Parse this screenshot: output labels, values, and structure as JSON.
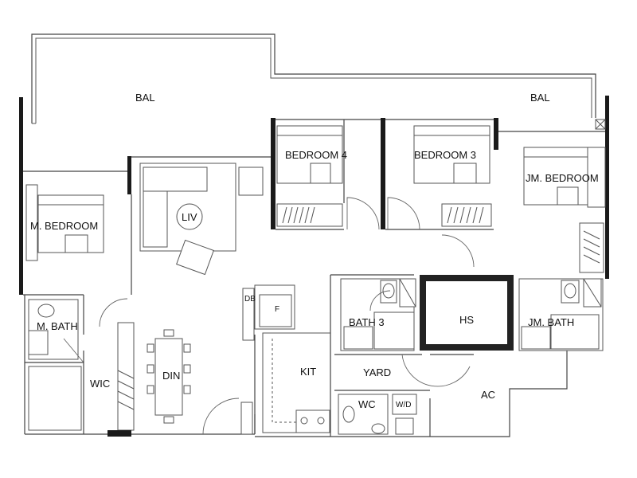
{
  "rooms": {
    "bal_left": "BAL",
    "bal_right": "BAL",
    "bedroom4": "BEDROOM 4",
    "bedroom3": "BEDROOM 3",
    "jm_bedroom": "JM. BEDROOM",
    "m_bedroom": "M. BEDROOM",
    "liv": "LIV",
    "m_bath": "M. BATH",
    "wic": "WIC",
    "din": "DIN",
    "kit": "KIT",
    "bath3": "BATH 3",
    "hs": "HS",
    "jm_bath": "JM. BATH",
    "yard": "YARD",
    "wc": "WC",
    "wd": "W/D",
    "ac": "AC",
    "db": "DB",
    "fridge": "F"
  }
}
